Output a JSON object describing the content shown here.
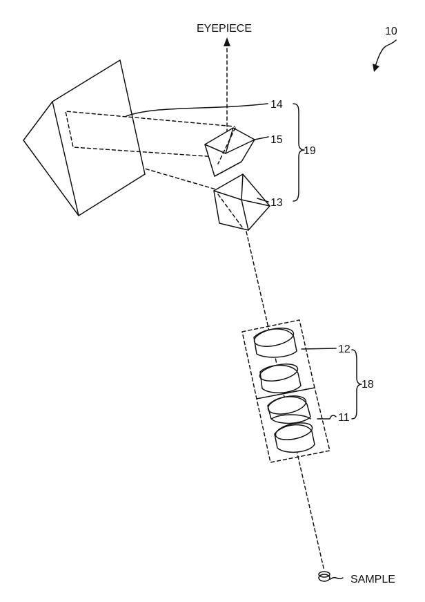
{
  "figure": {
    "label_eyepiece": "EYEPIECE",
    "label_sample": "SAMPLE",
    "ref_10": "10",
    "ref_14": "14",
    "ref_15": "15",
    "ref_13": "13",
    "ref_19": "19",
    "ref_12": "12",
    "ref_18": "18",
    "ref_11": "11",
    "line_color": "#111111",
    "background": "#ffffff"
  }
}
